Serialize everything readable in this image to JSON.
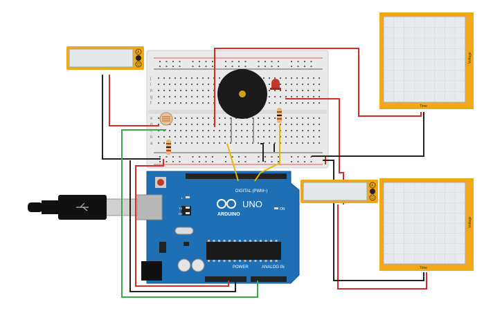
{
  "colors": {
    "background": "#ffffff",
    "wire_red": "#d62a2a",
    "wire_black": "#222222",
    "wire_green": "#3aa84a",
    "wire_yellow": "#e6b800",
    "board_blue": "#1f6fb4",
    "instrument_orange": "#f0a818",
    "breadboard": "#e9e9e9",
    "plot_grid": "#cfd6dc"
  },
  "arduino": {
    "brand": "ARDUINO",
    "model": "UNO",
    "digital_header": "DIGITAL (PWM~)",
    "power_header": "POWER",
    "analog_header": "ANALOG IN",
    "on_label": "ON",
    "tx_label": "TX",
    "rx_label": "RX",
    "l_label": "L"
  },
  "oscilloscopes": [
    {
      "id": "scope-top",
      "x_axis": "Time",
      "y_axis": "Voltage"
    },
    {
      "id": "scope-bottom",
      "x_axis": "Time",
      "y_axis": "Voltage"
    }
  ],
  "multimeters": [
    {
      "id": "meter-left",
      "modes": [
        "A",
        "V",
        "Ω"
      ]
    },
    {
      "id": "meter-right",
      "modes": [
        "A",
        "V",
        "Ω"
      ]
    }
  ],
  "breadboard": {
    "row_letters_top": [
      "j",
      "i",
      "h",
      "g",
      "f"
    ],
    "row_letters_bottom": [
      "e",
      "d",
      "c",
      "b",
      "a"
    ]
  },
  "icons": [
    "usb-plug-icon",
    "piezo-buzzer-icon",
    "led-icon",
    "resistor-icon",
    "photoresistor-icon",
    "dc-jack-icon",
    "reset-button-icon"
  ]
}
